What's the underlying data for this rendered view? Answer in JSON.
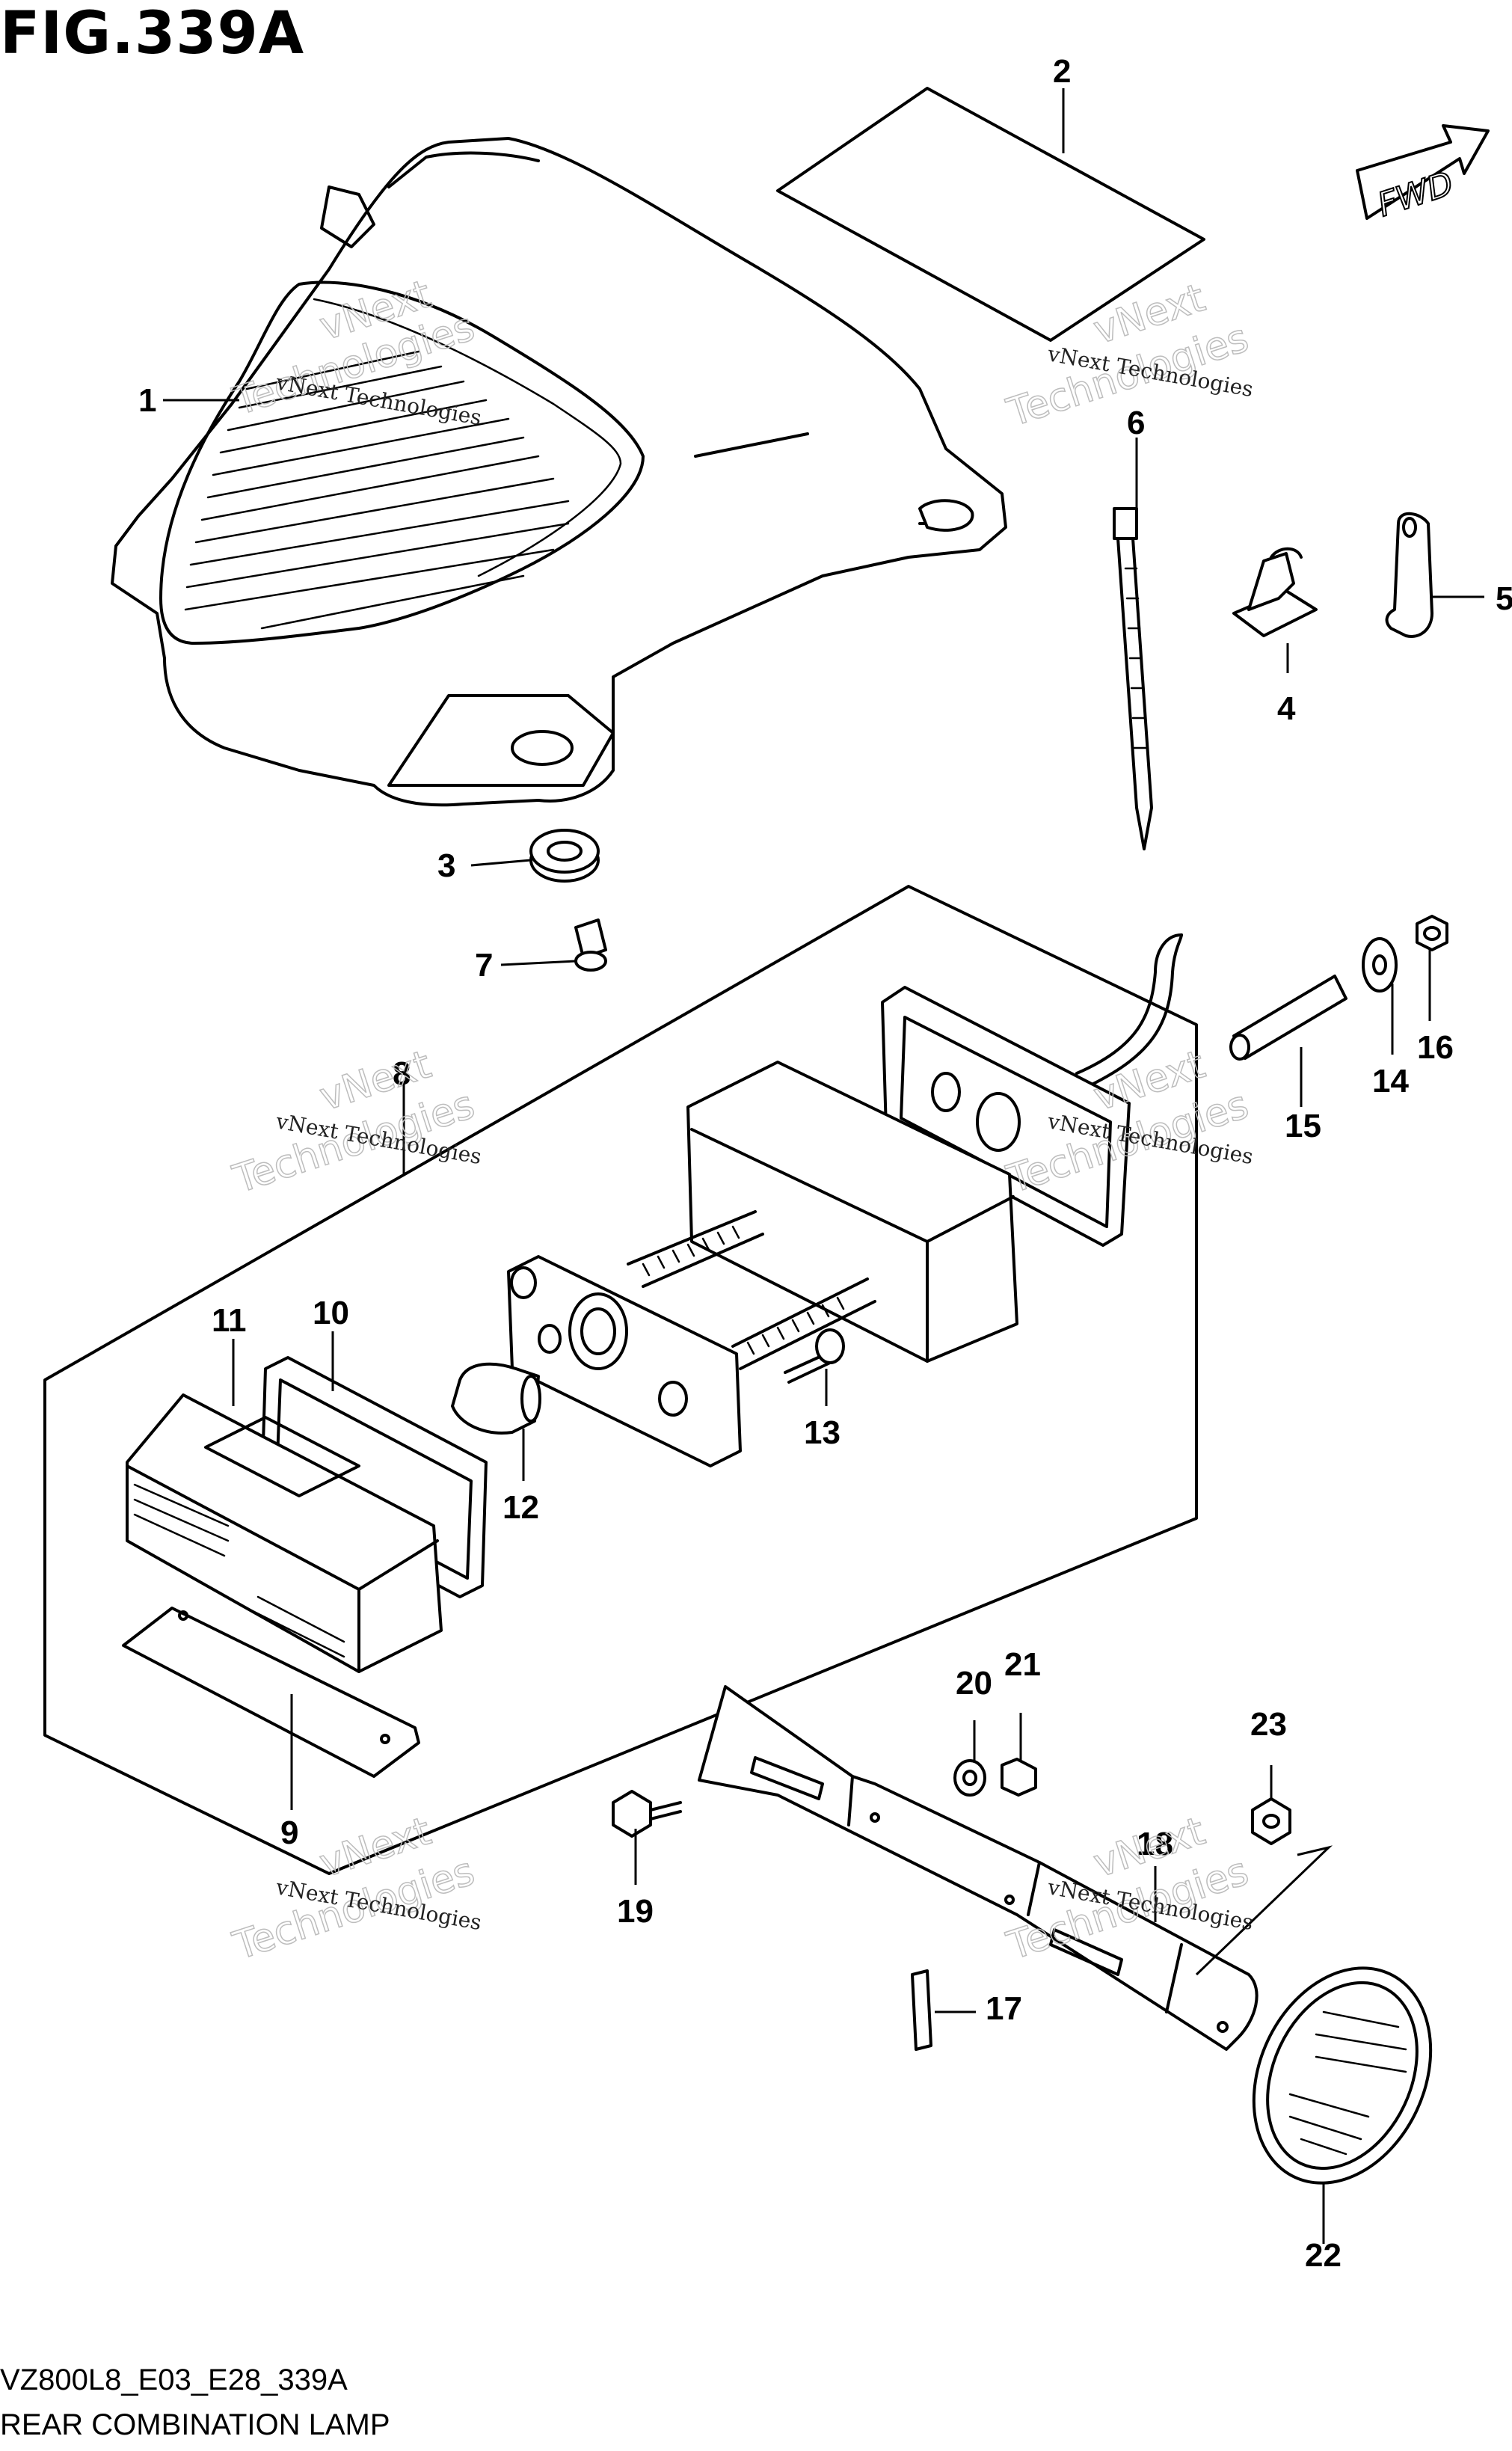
{
  "figure": {
    "title": "FIG.339A",
    "code": "VZ800L8_E03_E28_339A",
    "name": "REAR COMBINATION LAMP",
    "fwd_label": "FWD"
  },
  "watermark": {
    "line1": "vNext Technologies",
    "line2a": "vNext",
    "line2b": "Technologies"
  },
  "callouts": [
    "1",
    "2",
    "3",
    "4",
    "5",
    "6",
    "7",
    "8",
    "9",
    "10",
    "11",
    "12",
    "13",
    "14",
    "15",
    "16",
    "17",
    "18",
    "19",
    "20",
    "21",
    "22",
    "23"
  ]
}
